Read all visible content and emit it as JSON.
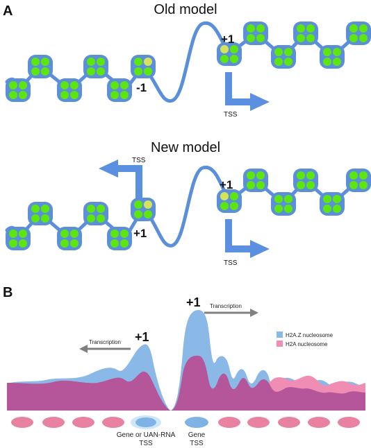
{
  "panelA": {
    "label": "A",
    "old_model": {
      "title": "Old model",
      "plus_one": "+1",
      "minus_one": "-1",
      "tss": "TSS"
    },
    "new_model": {
      "title": "New model",
      "plus_one_right": "+1",
      "plus_one_left": "+1",
      "tss_top": "TSS",
      "tss_bottom": "TSS"
    }
  },
  "panelB": {
    "label": "B",
    "plus_one_left": "+1",
    "plus_one_right": "+1",
    "transcription_left": "Transcription",
    "transcription_right": "Transcription",
    "legend": [
      {
        "label": "H2A.Z nucleosome",
        "color": "#8ab9e8"
      },
      {
        "label": "H2A nucleosome",
        "color": "#f08db4"
      }
    ],
    "tss_left": [
      "Gene or UAN-RNA",
      "TSS"
    ],
    "tss_right": [
      "Gene",
      "TSS"
    ]
  },
  "colors": {
    "nucleosome_blue": "#5b8fd9",
    "histone_green": "#5ce60e",
    "histone_yellow": "#d6e35a",
    "arrow_blue": "#5b8fe0",
    "h2a_purple": "#b5569b",
    "h2az_blue": "#8ab9e8",
    "oval_pink": "#e882a0",
    "gray_arrow": "#808080"
  }
}
